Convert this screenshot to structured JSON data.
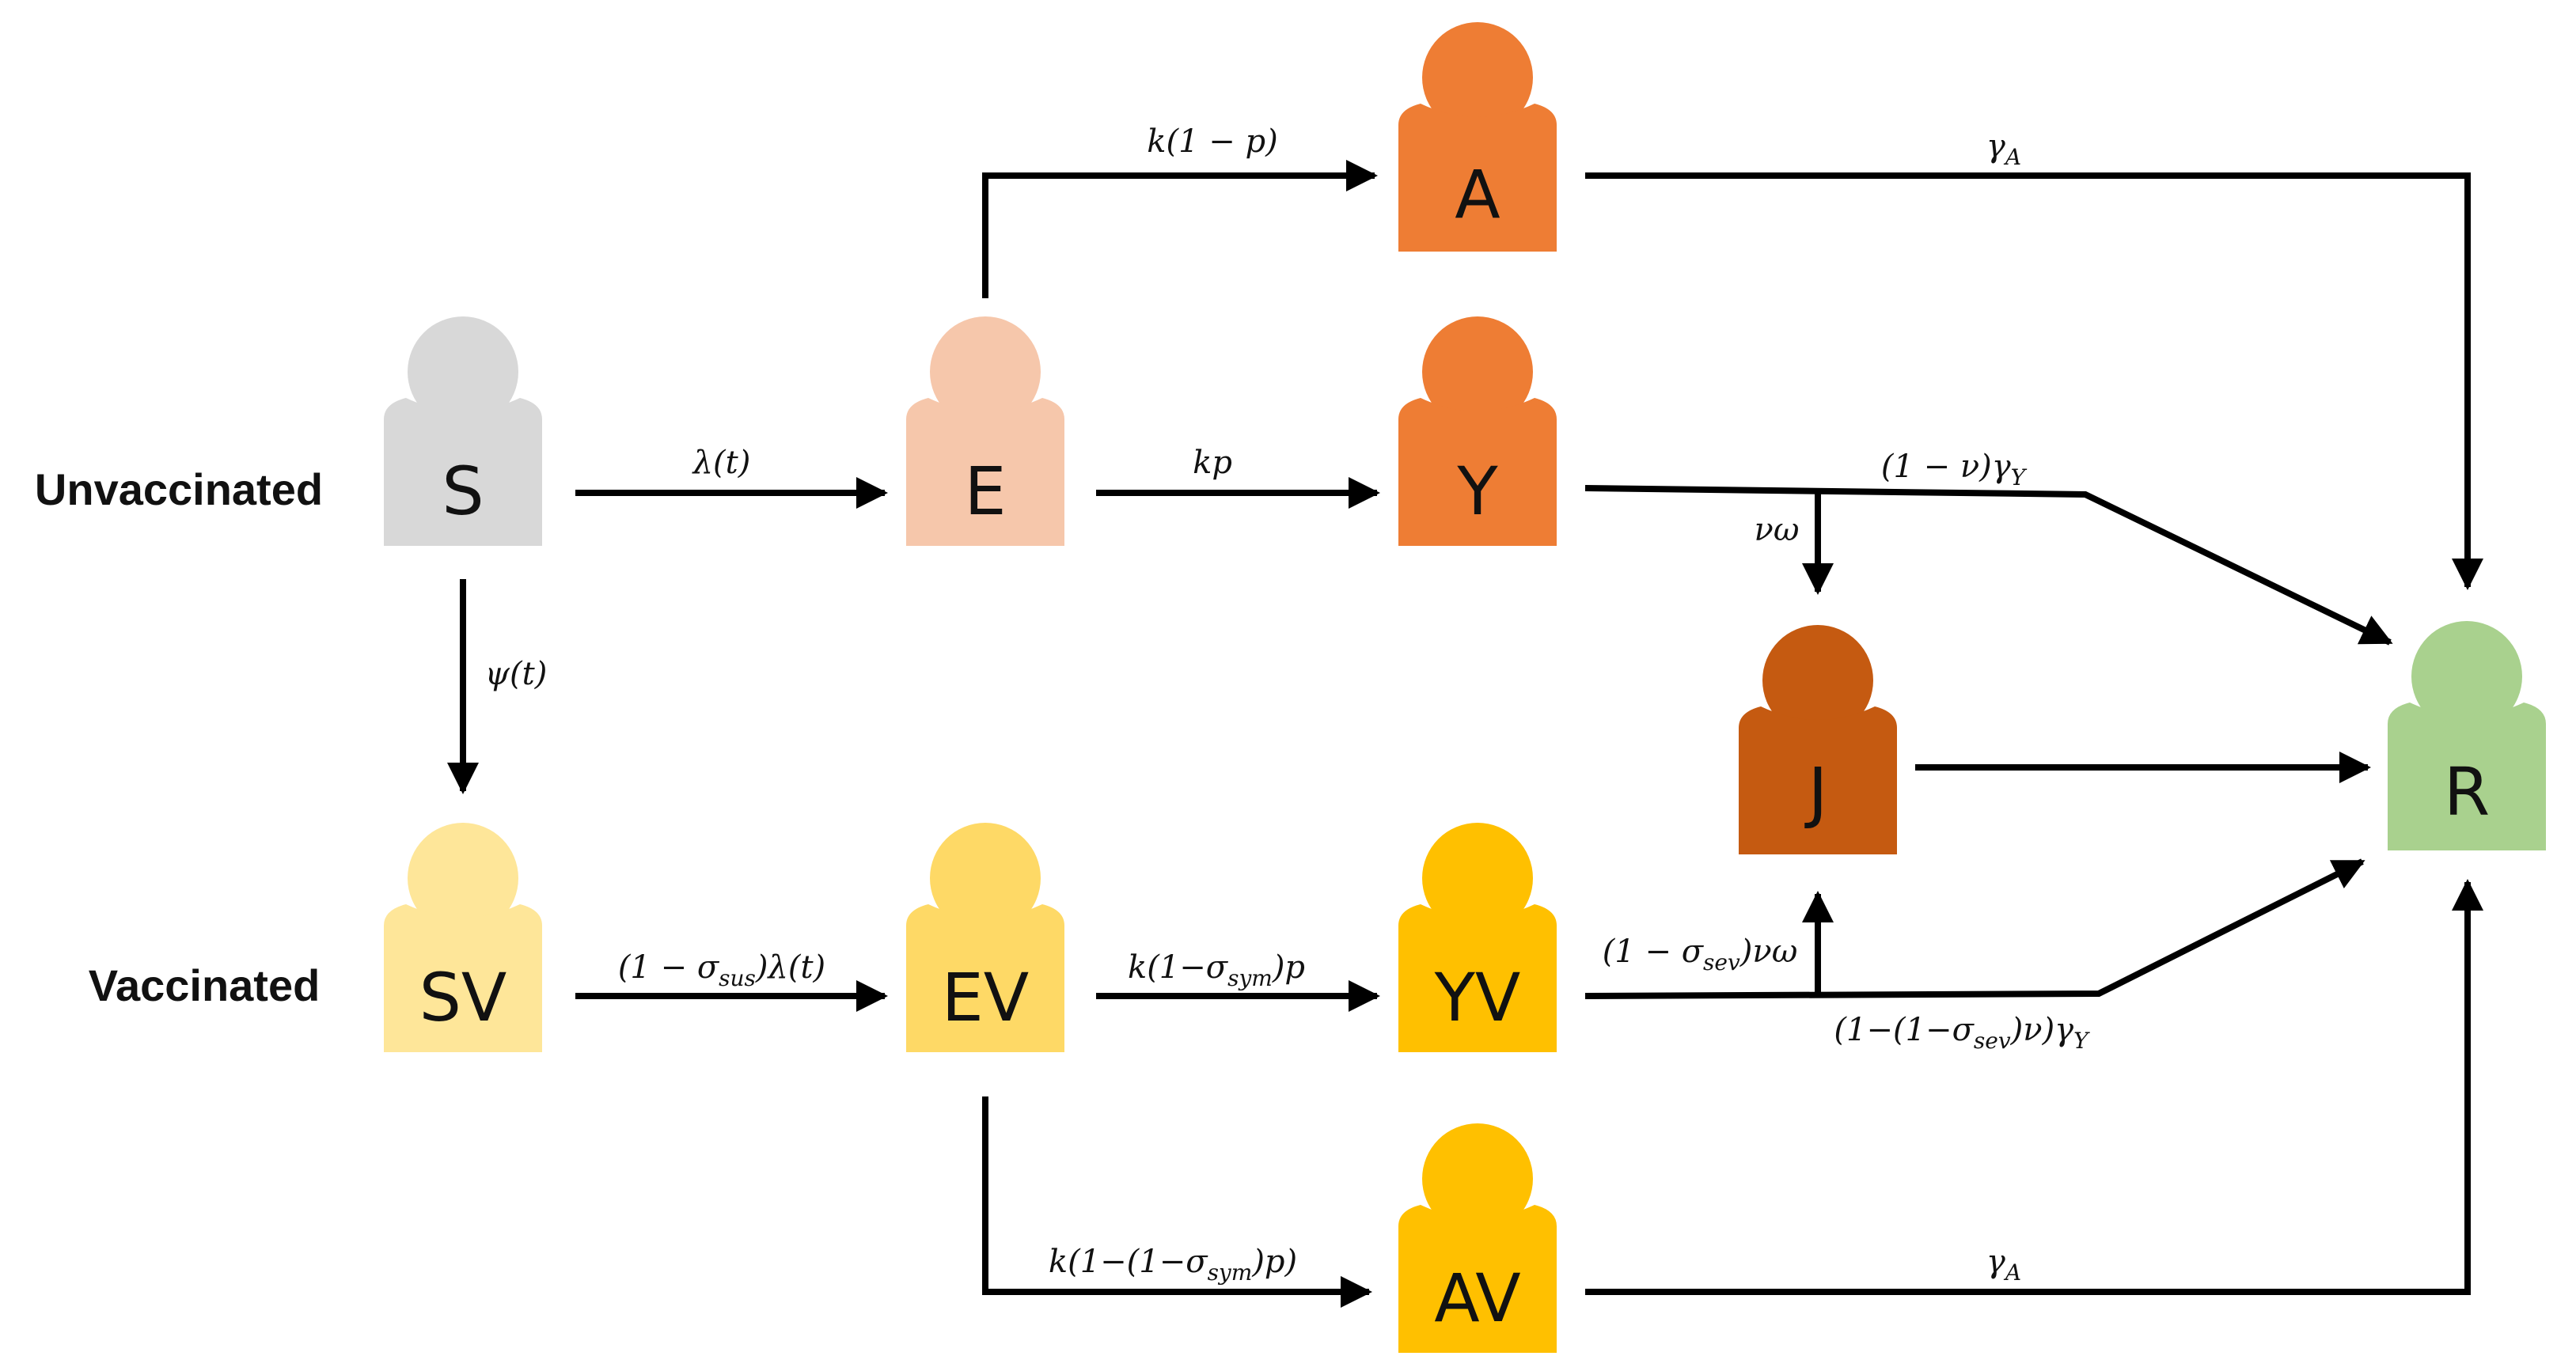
{
  "groups": {
    "unvaccinated": "Unvaccinated",
    "vaccinated": "Vaccinated"
  },
  "compartments": {
    "S": {
      "label": "S",
      "color": "#D8D8D8"
    },
    "E": {
      "label": "E",
      "color": "#F6C7AB"
    },
    "A": {
      "label": "A",
      "color": "#EE7D34"
    },
    "Y": {
      "label": "Y",
      "color": "#EE7D34"
    },
    "J": {
      "label": "J",
      "color": "#C55A11"
    },
    "R": {
      "label": "R",
      "color": "#A9D18E"
    },
    "SV": {
      "label": "SV",
      "color": "#FEE699"
    },
    "EV": {
      "label": "EV",
      "color": "#FED966"
    },
    "YV": {
      "label": "YV",
      "color": "#FFC000"
    },
    "AV": {
      "label": "AV",
      "color": "#FFC000"
    }
  },
  "rates": {
    "k1p": "k(1 − p)",
    "gammaA_top": "γA",
    "lambda": "λ(t)",
    "kp": "kp",
    "gammaY_unvax": "(1 − ν)γY",
    "nu_omega": "νω",
    "psi": "ψ(t)",
    "sv_to_ev": "(1 − σsus)λ(t)",
    "ev_to_yv": "k(1−σsym)p",
    "yv_to_j": "(1 − σsev)νω",
    "yv_to_r": "(1−(1−σsev)ν)γY",
    "ev_to_av": "k(1−(1−σsym)p)",
    "gammaA_bottom": "γA"
  }
}
